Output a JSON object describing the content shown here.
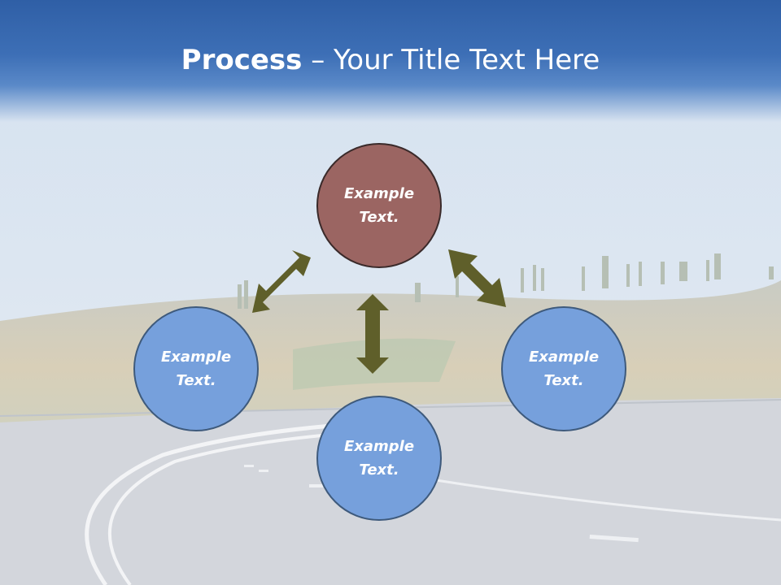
{
  "title": {
    "bold": "Process",
    "separator": " – ",
    "rest": "Your Title Text Here"
  },
  "nodes": {
    "top": "Example\nText.",
    "left": "Example\nText.",
    "right": "Example\nText.",
    "bottom": "Example\nText."
  },
  "colors": {
    "title_bar": "#3d6fb6",
    "node_blue": "#76a0dc",
    "node_red": "#9b6562",
    "arrow": "#5f5f2a"
  }
}
